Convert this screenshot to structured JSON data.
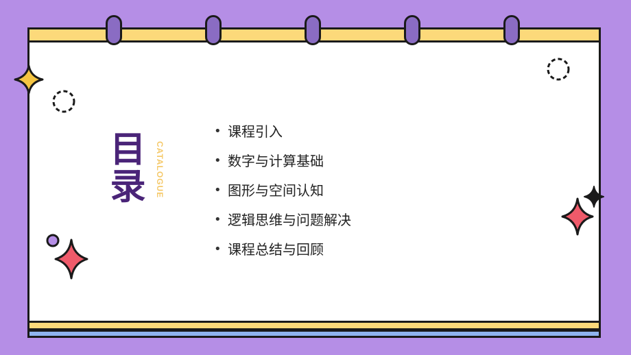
{
  "slide": {
    "title": "目录",
    "subtitle": "CATALOGUE",
    "bullet_char": "•",
    "items": [
      {
        "label": "课程引入"
      },
      {
        "label": "数字与计算基础"
      },
      {
        "label": "图形与空间认知"
      },
      {
        "label": "逻辑思维与问题解决"
      },
      {
        "label": "课程总结与回顾"
      }
    ]
  },
  "colors": {
    "background": "#b58ee6",
    "title": "#4a2478",
    "subtitle": "#f5c96a",
    "top_bar": "#fcd97a",
    "bottom_bar_blue": "#8fb4ee",
    "ring": "#8a6cc3",
    "star_yellow": "#f5c542",
    "star_red": "#ef5a6a"
  },
  "decorations": [
    "notebook-ring-icon",
    "sparkle-star-icon",
    "dashed-circle-icon",
    "dot-circle-icon"
  ]
}
